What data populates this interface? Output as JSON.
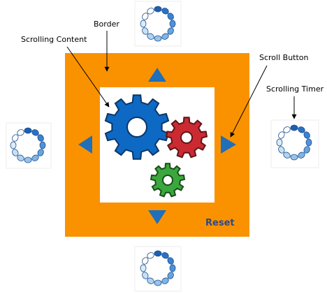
{
  "labels": {
    "border": "Border",
    "scrolling_content": "Scrolling Content",
    "scroll_button": "Scroll Button",
    "scrolling_timer": "Scrolling Timer"
  },
  "reset_label": "Reset",
  "colors": {
    "border_fill": "#fa9200",
    "arrow_fill": "#1f6fba",
    "gear_blue": "#0d69c4",
    "gear_red": "#cc2a32",
    "gear_green": "#3aa83c",
    "timer_dark": "#2e78c8",
    "timer_light": "#cfe6f7"
  },
  "icons": {
    "up": "arrow-up-icon",
    "down": "arrow-down-icon",
    "left": "arrow-left-icon",
    "right": "arrow-right-icon",
    "timer": "spinner-icon"
  }
}
